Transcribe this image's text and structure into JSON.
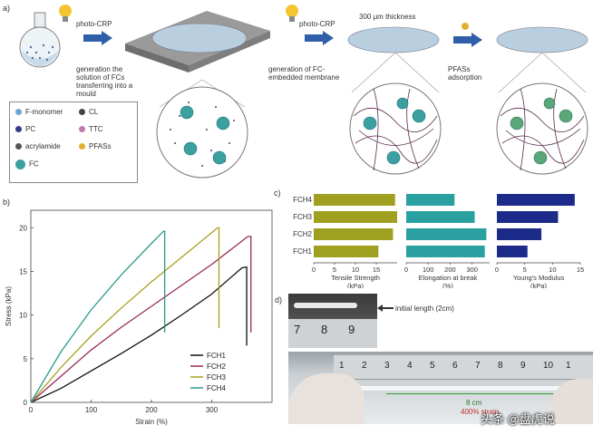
{
  "panel_a": {
    "letter": "a)",
    "step1_label": "photo-CRP",
    "step1_notes": [
      "generation the solution of FCs",
      "transferring into a mould"
    ],
    "step2_label": "photo-CRP",
    "step2_top": "300 μm thickness",
    "step2_notes": [
      "generation of FC-embedded membrane"
    ],
    "step3_notes": [
      "PFASs adsorption"
    ],
    "legend": [
      {
        "label": "F-monomer",
        "color": "#6aa8c8"
      },
      {
        "label": "CL",
        "color": "#444444"
      },
      {
        "label": "PC",
        "color": "#3a3a8a"
      },
      {
        "label": "TTC",
        "color": "#c07ab0"
      },
      {
        "label": "acrylamide",
        "color": "#555555"
      },
      {
        "label": "PFASs",
        "color": "#e0b030"
      },
      {
        "label": "FC",
        "color": "#3aa0a0"
      }
    ]
  },
  "panel_b": {
    "letter": "b)",
    "xlabel": "Strain (%)",
    "ylabel": "Stress (kPa)",
    "xticks": [
      "0",
      "100",
      "200",
      "300"
    ],
    "yticks": [
      "0",
      "5",
      "10",
      "15",
      "20"
    ]
  },
  "panel_c": {
    "letter": "c)",
    "rows": [
      "FCH4",
      "FCH3",
      "FCH2",
      "FCH1"
    ],
    "groups": [
      {
        "title": "Tensile Strength",
        "unit": "(kPa)",
        "ticks": [
          "0",
          "5",
          "10",
          "15"
        ],
        "color": "#a0a020"
      },
      {
        "title": "Elongation at break",
        "unit": "(%)",
        "ticks": [
          "0",
          "100",
          "200",
          "300"
        ],
        "color": "#2aa0a0"
      },
      {
        "title": "Young's Modulus",
        "unit": "(kPa)",
        "ticks": [
          "0",
          "5",
          "10",
          "15"
        ],
        "color": "#1c2a8a"
      }
    ]
  },
  "panel_d": {
    "letter": "d)",
    "initial_length": "initial length (2cm)",
    "ruler_small": [
      "7",
      "8",
      "9"
    ],
    "ruler_numbers": [
      "1",
      "2",
      "3",
      "4",
      "5",
      "6",
      "7",
      "8",
      "9",
      "10",
      "1"
    ],
    "stretched": "8 cm",
    "strain_text": "400% strain"
  },
  "watermark": "头条 @盘虎说",
  "chart_data": [
    {
      "type": "line",
      "title": "",
      "xlabel": "Strain (%)",
      "ylabel": "Stress (kPa)",
      "xlim": [
        0,
        400
      ],
      "ylim": [
        0,
        22
      ],
      "legend_position": "bottom-right",
      "series": [
        {
          "name": "FCH1",
          "color": "#111111",
          "x": [
            0,
            50,
            100,
            150,
            200,
            250,
            300,
            350,
            358,
            358
          ],
          "y": [
            0,
            1.6,
            3.6,
            5.6,
            7.7,
            10.0,
            12.4,
            15.4,
            15.5,
            6.5
          ]
        },
        {
          "name": "FCH2",
          "color": "#9a2a5a",
          "x": [
            0,
            50,
            100,
            150,
            200,
            250,
            300,
            360,
            365,
            365
          ],
          "y": [
            0,
            3.0,
            6.0,
            8.6,
            11.0,
            13.4,
            15.8,
            19.0,
            19.0,
            8.0
          ]
        },
        {
          "name": "FCH3",
          "color": "#a8a020",
          "x": [
            0,
            50,
            100,
            150,
            200,
            250,
            310,
            312,
            312
          ],
          "y": [
            0,
            4.0,
            7.6,
            10.8,
            13.8,
            16.6,
            20.0,
            20.0,
            8.5
          ]
        },
        {
          "name": "FCH4",
          "color": "#2a9a8a",
          "x": [
            0,
            50,
            100,
            150,
            200,
            220,
            222,
            222
          ],
          "y": [
            0,
            5.8,
            10.6,
            14.6,
            18.2,
            19.6,
            19.6,
            8.0
          ]
        }
      ]
    },
    {
      "type": "bar",
      "title": "Tensile Strength",
      "xlabel": "Tensile Strength (kPa)",
      "categories": [
        "FCH4",
        "FCH3",
        "FCH2",
        "FCH1"
      ],
      "values": [
        19.5,
        20.0,
        19.0,
        15.5
      ],
      "xlim": [
        0,
        20
      ]
    },
    {
      "type": "bar",
      "title": "Elongation at break",
      "xlabel": "Elongation at break (%)",
      "categories": [
        "FCH4",
        "FCH3",
        "FCH2",
        "FCH1"
      ],
      "values": [
        220,
        312,
        365,
        358
      ],
      "xlim": [
        0,
        380
      ]
    },
    {
      "type": "bar",
      "title": "Young's Modulus",
      "xlabel": "Young's Modulus (kPa)",
      "categories": [
        "FCH4",
        "FCH3",
        "FCH2",
        "FCH1"
      ],
      "values": [
        14.0,
        11.0,
        8.0,
        5.5
      ],
      "xlim": [
        0,
        15
      ]
    }
  ]
}
